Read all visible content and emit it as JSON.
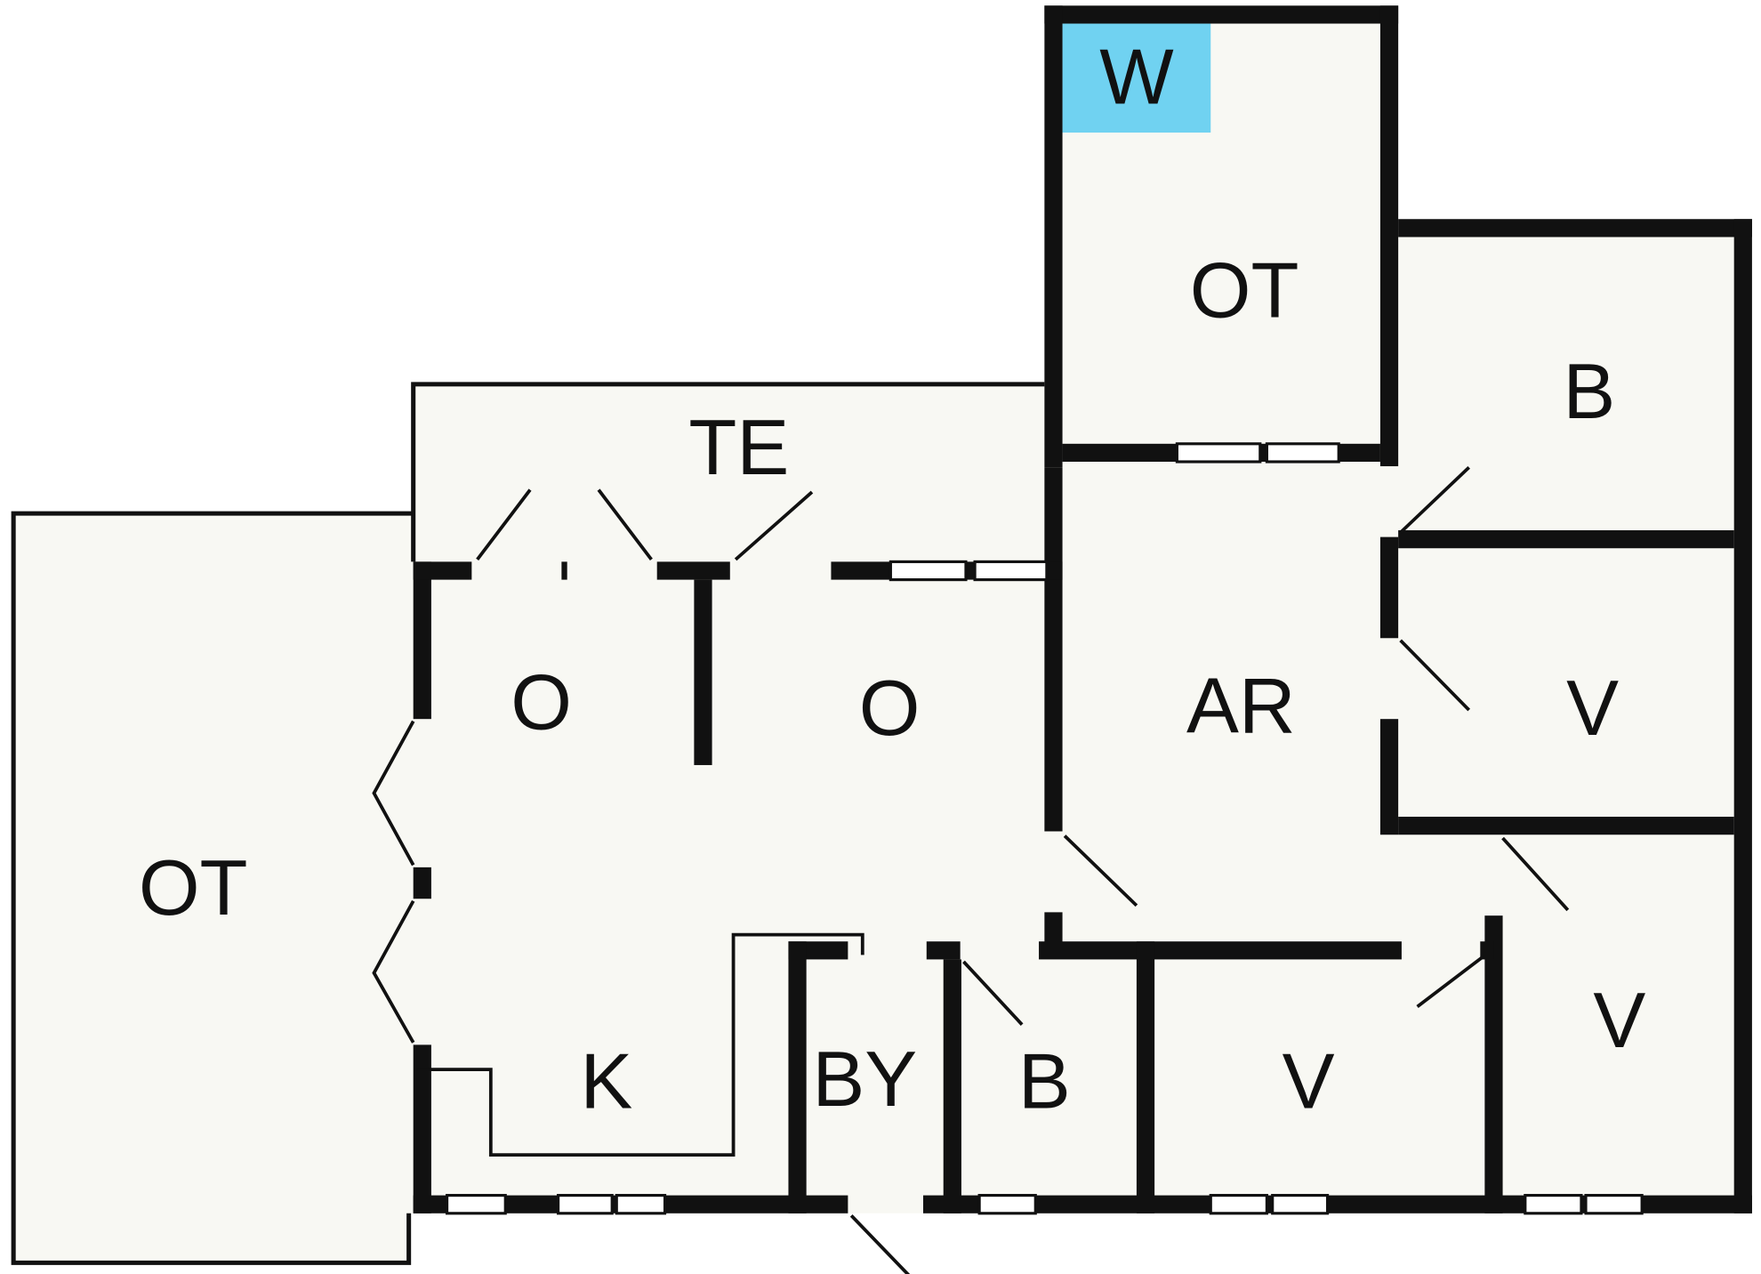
{
  "floorplan": {
    "rooms": [
      {
        "id": "w",
        "label": "W"
      },
      {
        "id": "ot-top",
        "label": "OT"
      },
      {
        "id": "te",
        "label": "TE"
      },
      {
        "id": "b-upper",
        "label": "B"
      },
      {
        "id": "o-left",
        "label": "O"
      },
      {
        "id": "o-right",
        "label": "O"
      },
      {
        "id": "ar",
        "label": "AR"
      },
      {
        "id": "v-upper",
        "label": "V"
      },
      {
        "id": "ot-left",
        "label": "OT"
      },
      {
        "id": "k",
        "label": "K"
      },
      {
        "id": "by",
        "label": "BY"
      },
      {
        "id": "b-lower",
        "label": "B"
      },
      {
        "id": "v-lower",
        "label": "V"
      },
      {
        "id": "v-right",
        "label": "V"
      }
    ],
    "colors": {
      "wall": "#111111",
      "floor": "#f8f8f3",
      "highlight": "#70d2f1",
      "background": "#ffffff"
    }
  }
}
